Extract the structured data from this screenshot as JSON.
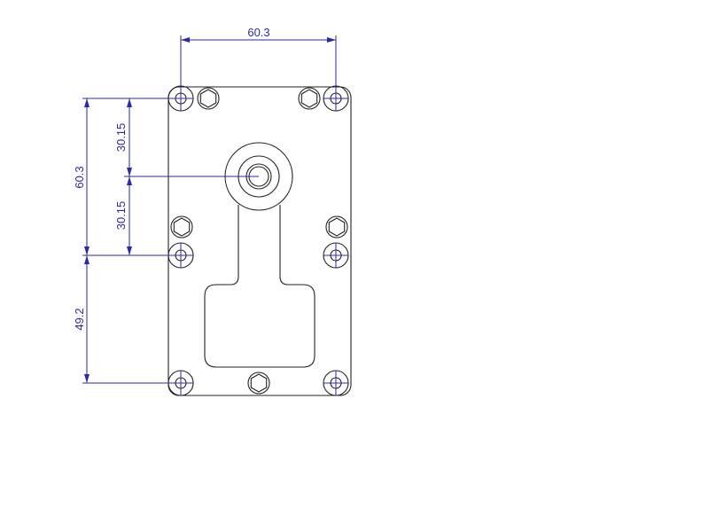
{
  "drawing": {
    "dimensions": {
      "top_width": "60.3",
      "left_height": "60.3",
      "upper_half": "30.15",
      "lower_half": "30.15",
      "bottom_offset": "49.2"
    },
    "colors": {
      "dimension": "#2a2aa8",
      "outline": "#222222"
    }
  }
}
